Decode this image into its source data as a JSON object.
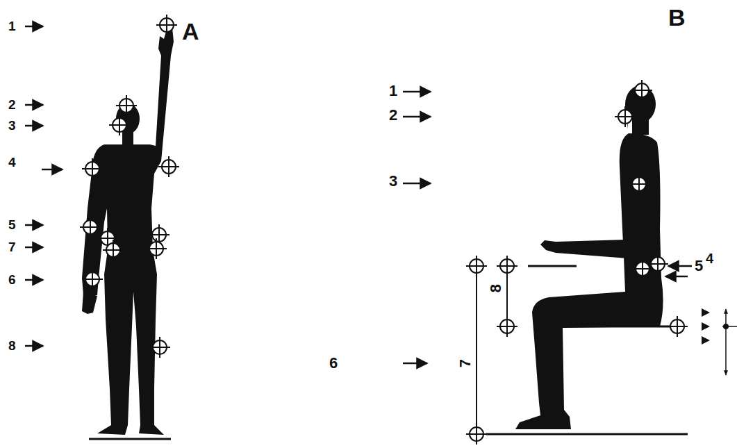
{
  "diagram": {
    "labels": [
      "A",
      "1",
      "2",
      "3",
      "4",
      "5",
      "7",
      "6",
      "8",
      "B",
      "1",
      "2",
      "3",
      "4",
      "5",
      "6",
      "7",
      "8"
    ]
  }
}
